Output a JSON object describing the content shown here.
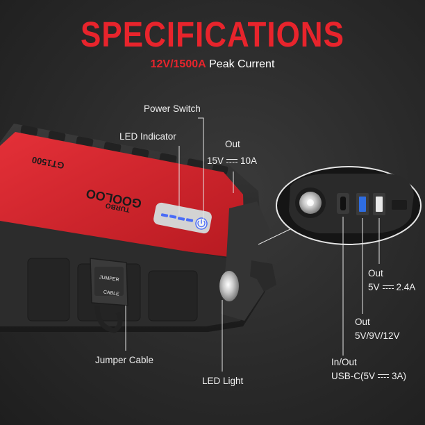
{
  "header": {
    "title": "SPECIFICATIONS",
    "subtitle_accent": "12V/1500A",
    "subtitle_rest": "Peak Current"
  },
  "device": {
    "brand": "GOOLOO",
    "model": "GT1500",
    "series": "TURBO",
    "port_labels": [
      "JUMPER",
      "CABLE"
    ]
  },
  "callouts": {
    "power_switch": "Power Switch",
    "led_indicator": "LED Indicator",
    "out_12v_title": "Out",
    "out_12v_value_a": "15V",
    "out_12v_value_b": "10A",
    "out_usb_a_title": "Out",
    "out_usb_a_value_a": "5V",
    "out_usb_a_value_b": "2.4A",
    "out_qc_title": "Out",
    "out_qc_value": "5V/9V/12V",
    "usbc_title": "In/Out",
    "usbc_value_a": "USB-C(5V",
    "usbc_value_b": "3A)",
    "jumper_cable": "Jumper Cable",
    "led_light": "LED Light"
  },
  "colors": {
    "accent_red": "#e8242c",
    "body_red": "#d8232a",
    "rubber_dark": "#2b2b2b",
    "indicator_blue": "#4a6cf7"
  }
}
